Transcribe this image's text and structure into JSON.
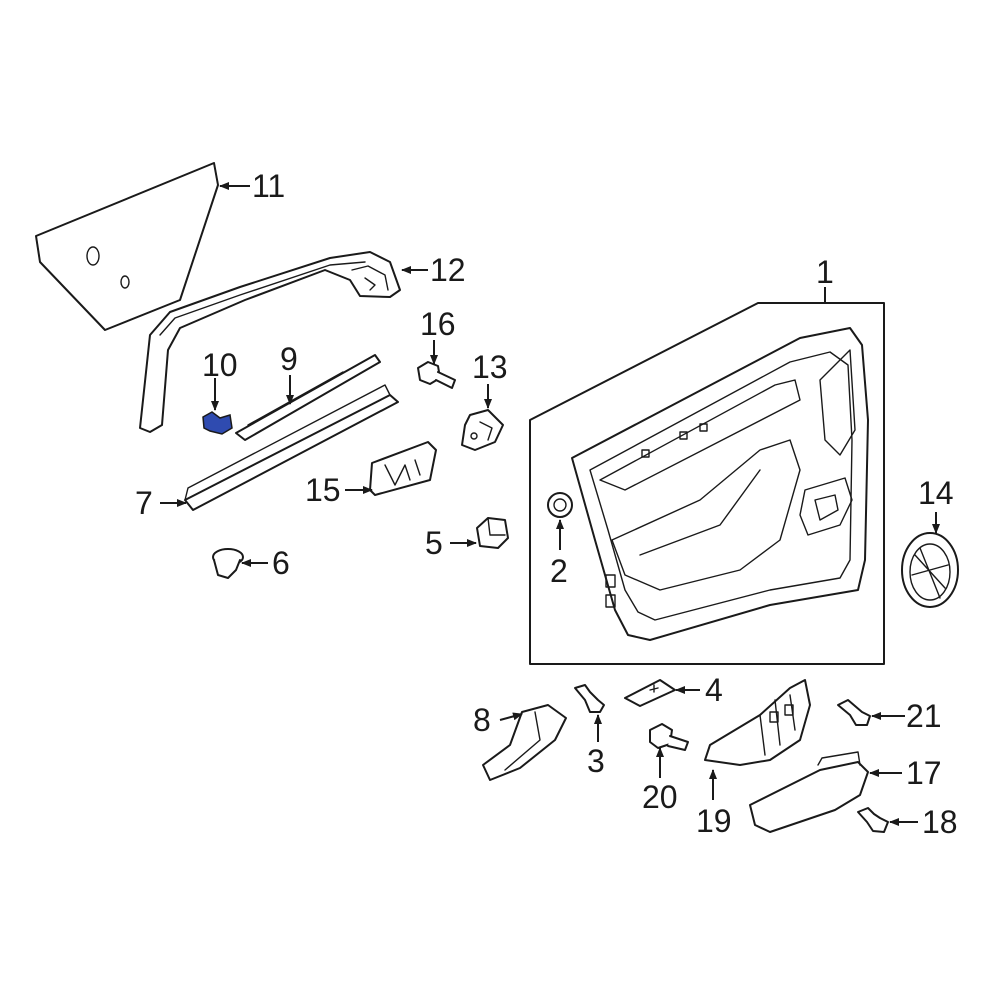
{
  "callouts": {
    "c1": "1",
    "c2": "2",
    "c3": "3",
    "c4": "4",
    "c5": "5",
    "c6": "6",
    "c7": "7",
    "c8": "8",
    "c9": "9",
    "c10": "10",
    "c11": "11",
    "c12": "12",
    "c13": "13",
    "c14": "14",
    "c15": "15",
    "c16": "16",
    "c17": "17",
    "c18": "18",
    "c19": "19",
    "c20": "20",
    "c21": "21"
  },
  "colors": {
    "line": "#1a1a1a",
    "highlight": "#2f4bb0",
    "background": "#ffffff"
  },
  "highlighted_part": "10"
}
